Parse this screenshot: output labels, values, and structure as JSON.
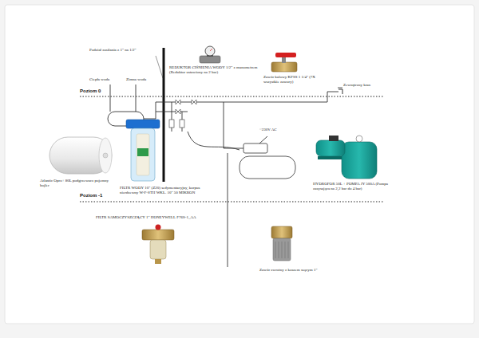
{
  "diagram": {
    "labels": [
      "Podział zasilania z 1\" na 1/2\"",
      "Ciepła woda",
      "Zimna woda",
      "REDUKTOR CIŚNIENIA WODY 1/2\" z manometrem (Reduktor ustawiony na 2 bar)",
      "Zawór kulowy KFSS 1 1/4\" (7X wszystkie zawory)",
      "Zewnętrzny kran",
      "Poziom 0",
      "~230V AC",
      "Atlantic Opro+ 80L podgrzewacz pojemny bojler",
      "HYDROFOR 50L + POMPA JY 500A (Pompa zasysająca na 2,2 bar do 4 bar)",
      "FILTR WODY 10\" (Z20) sedymentacyjny, korpus nierdzewny W-F-STH WKŁ. 10\" 50 MIKRON",
      "Poziom -1",
      "FILTR SAMOCZYSZCZĄCY 1\" HONEYWELL F76S-1_AA",
      "Zawór zwrotny z koszem ssącym 1\""
    ]
  }
}
